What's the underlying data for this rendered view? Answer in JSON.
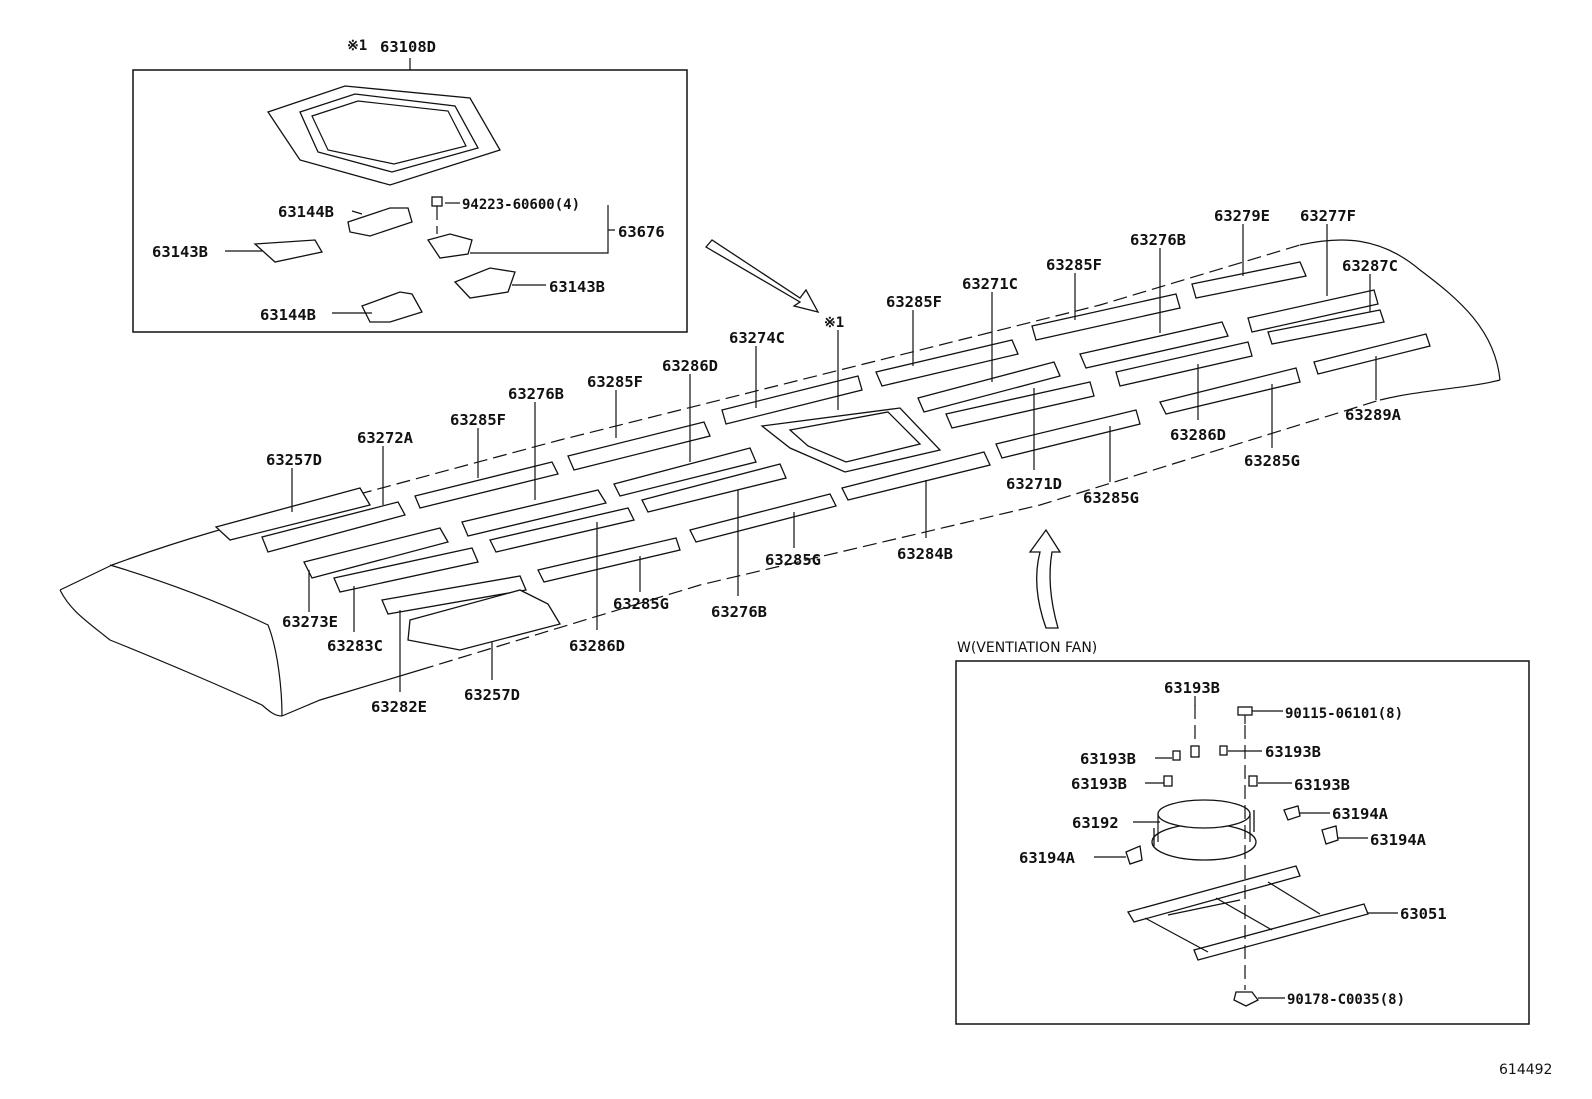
{
  "inset_sunroof": {
    "marker": "※1",
    "assembly": "63108D",
    "parts": [
      "63144B",
      "63143B",
      "94223-60600(4)",
      "63676",
      "63143B",
      "63144B"
    ]
  },
  "main_marker": "※1",
  "main_labels": [
    "63279E",
    "63277F",
    "63276B",
    "63285F",
    "63287C",
    "63271C",
    "63285F",
    "63274C",
    "63286D",
    "63285F",
    "63276B",
    "63285F",
    "63272A",
    "63257D",
    "63286D",
    "63289A",
    "63285G",
    "63271D",
    "63285G",
    "63284B",
    "63285G",
    "63285G",
    "63276B",
    "63286D",
    "63273E",
    "63283C",
    "63282E",
    "63257D"
  ],
  "inset_fan": {
    "title": "W(VENTIATION FAN)",
    "parts": [
      "63193B",
      "90115-06101(8)",
      "63193B",
      "63193B",
      "63193B",
      "63193B",
      "63194A",
      "63192",
      "63194A",
      "63194A",
      "63051",
      "90178-C0035(8)"
    ]
  },
  "figure_ref": "614492"
}
